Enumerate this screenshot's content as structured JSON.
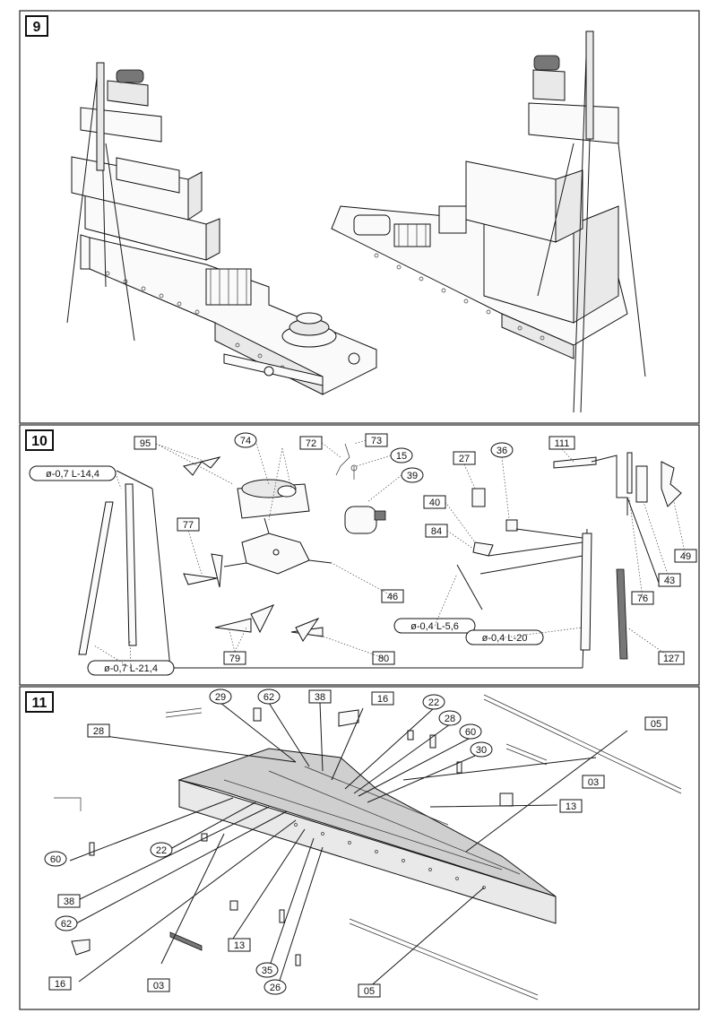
{
  "steps": [
    {
      "number": "9"
    },
    {
      "number": "10"
    },
    {
      "number": "11"
    }
  ],
  "step10": {
    "square_labels": [
      "95",
      "72",
      "73",
      "111",
      "27",
      "40",
      "84",
      "77",
      "79",
      "80",
      "46",
      "127",
      "49",
      "43",
      "76"
    ],
    "round_labels": [
      "74",
      "15",
      "39",
      "36"
    ],
    "dims": [
      "ø-0,7 L-14,4",
      "ø-0,4 L-5,6",
      "ø-0,4 L-20",
      "ø-0,7 L-21,4"
    ]
  },
  "step11": {
    "square_labels": [
      "28",
      "38",
      "16",
      "05",
      "03",
      "13",
      "38",
      "13",
      "16",
      "03",
      "05"
    ],
    "round_labels": [
      "29",
      "62",
      "22",
      "28",
      "60",
      "30",
      "60",
      "22",
      "62",
      "35",
      "26"
    ]
  }
}
